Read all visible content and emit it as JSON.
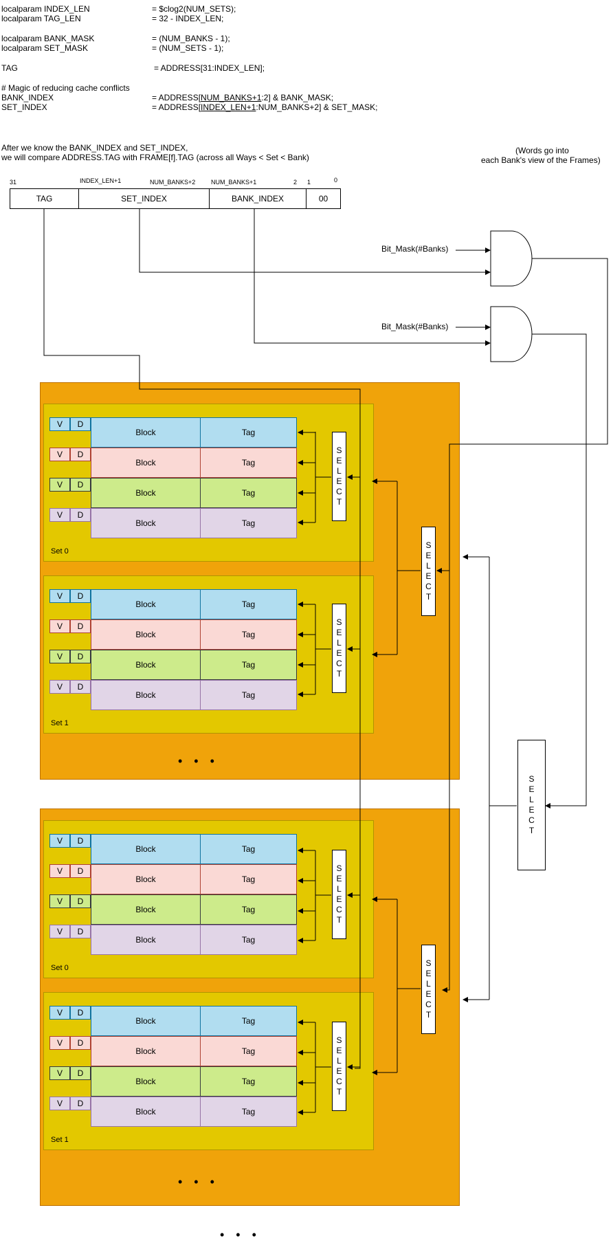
{
  "code": {
    "l1_name": "localparam INDEX_LEN",
    "l1_val": "= $clog2(NUM_SETS);",
    "l2_name": "localparam TAG_LEN",
    "l2_val": "= 32 - INDEX_LEN;",
    "l3_name": "localparam BANK_MASK",
    "l3_val": "= (NUM_BANKS - 1);",
    "l4_name": "localparam SET_MASK",
    "l4_val": "= (NUM_SETS - 1);",
    "l5_name": "TAG",
    "l5_val": "= ADDRESS[31:INDEX_LEN];",
    "comment": "# Magic of reducing cache conflicts",
    "l6_name": "BANK_INDEX",
    "l6_pre": "= ADDRESS[",
    "l6_u": "NUM_BANKS+1",
    "l6_post": ":2] & BANK_MASK;",
    "l7_name": "SET_INDEX",
    "l7_pre": "= ADDRESS[",
    "l7_u": "INDEX_LEN+1",
    "l7_post": ":NUM_BANKS+2] & SET_MASK;"
  },
  "desc": {
    "line1": "After we know the BANK_INDEX and SET_INDEX,",
    "line2": "we will compare ADDRESS.TAG with FRAME[f].TAG (across all Ways < Set < Bank)"
  },
  "note": {
    "line1": "(Words go into",
    "line2": "each Bank's view of the Frames)"
  },
  "bits": {
    "b31": "31",
    "b_idx": "INDEX_LEN+1",
    "b_nb2": "NUM_BANKS+2",
    "b_nb1": "NUM_BANKS+1",
    "b2": "2",
    "b1": "1",
    "b0": "0"
  },
  "fields": {
    "tag": "TAG",
    "set_index": "SET_INDEX",
    "bank_index": "BANK_INDEX",
    "offset": "00"
  },
  "gates": {
    "mask1": "Bit_Mask(#Banks)",
    "mask2": "Bit_Mask(#Banks)"
  },
  "cache": {
    "v": "V",
    "d": "D",
    "block": "Block",
    "tag": "Tag",
    "set0": "Set 0",
    "set1": "Set 1",
    "select": "S\nE\nL\nE\nC\nT",
    "dots": "• • •"
  },
  "colors": {
    "way1": "#b1ddf0",
    "way1_stroke": "#10739e",
    "way2": "#fad9d5",
    "way2_stroke": "#ae4132",
    "way3": "#cdeb8b",
    "way3_stroke": "#36393d",
    "way4": "#e1d5e7",
    "way4_stroke": "#9673a6",
    "bank": "#f0a30a",
    "set": "#e3c800"
  }
}
